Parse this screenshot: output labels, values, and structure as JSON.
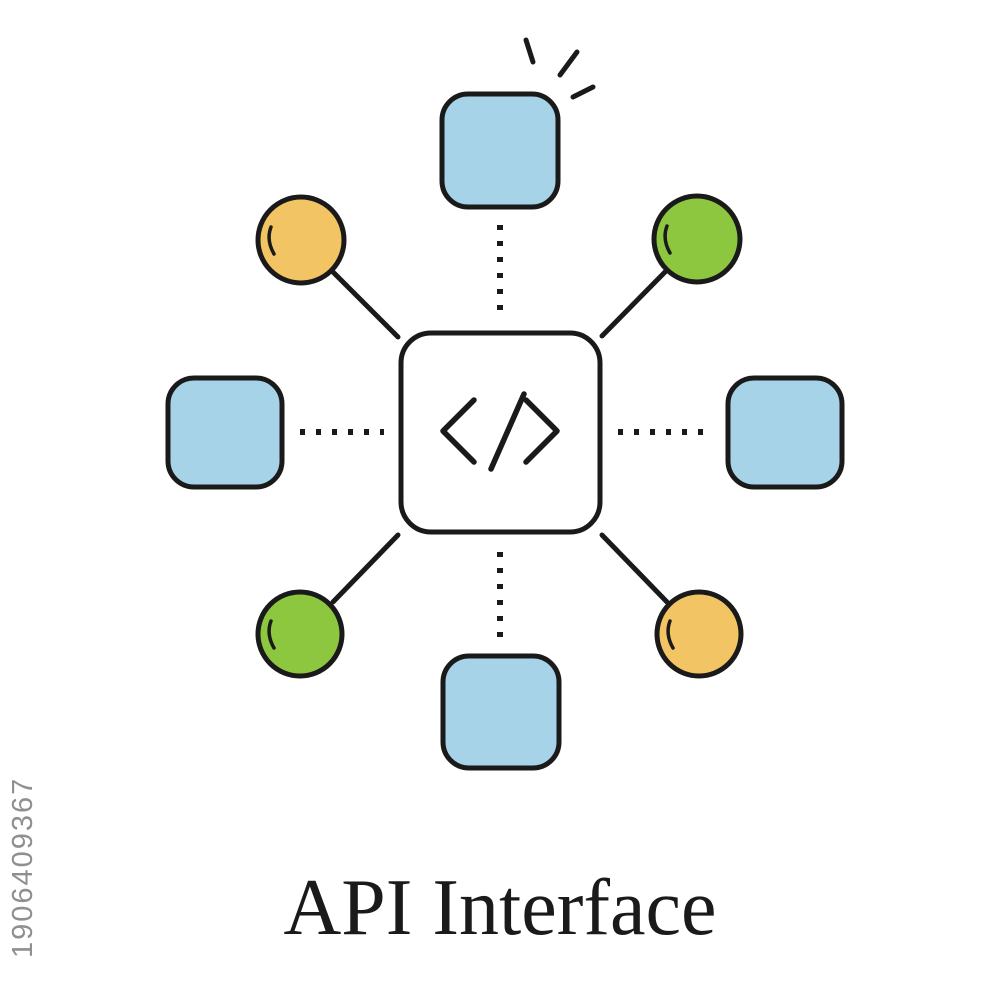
{
  "watermark": {
    "text": "1906409367",
    "color": "#8f8f8f"
  },
  "caption": {
    "text": "API Interface",
    "color": "#1a1a1a"
  },
  "diagram": {
    "type": "icon-illustration",
    "center_symbol": "</>",
    "colors": {
      "node_blue": "#a7d3e9",
      "node_green": "#8dc63f",
      "node_yellow": "#f2c464",
      "outline": "#1a1a1a",
      "center_fill": "#ffffff",
      "background": "#ffffff"
    },
    "nodes": [
      {
        "position": "top",
        "shape": "rounded-square",
        "color": "blue",
        "connector": "dotted"
      },
      {
        "position": "top-left",
        "shape": "circle",
        "color": "yellow",
        "connector": "solid"
      },
      {
        "position": "top-right",
        "shape": "circle",
        "color": "green",
        "connector": "solid"
      },
      {
        "position": "left",
        "shape": "rounded-square",
        "color": "blue",
        "connector": "dotted"
      },
      {
        "position": "right",
        "shape": "rounded-square",
        "color": "blue",
        "connector": "dotted"
      },
      {
        "position": "bottom-left",
        "shape": "circle",
        "color": "green",
        "connector": "solid"
      },
      {
        "position": "bottom-right",
        "shape": "circle",
        "color": "yellow",
        "connector": "solid"
      },
      {
        "position": "bottom",
        "shape": "rounded-square",
        "color": "blue",
        "connector": "dotted"
      }
    ]
  }
}
